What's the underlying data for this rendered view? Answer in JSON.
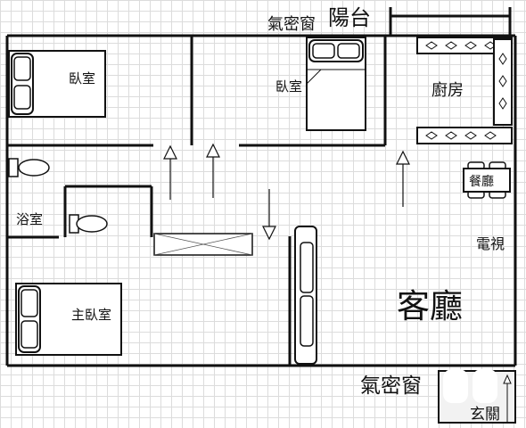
{
  "labels": {
    "air_window_top": "氣密窗",
    "balcony": "陽台",
    "bedroom_1": "臥室",
    "bedroom_2": "臥室",
    "kitchen": "廚房",
    "dining": "餐廳",
    "bathroom": "浴室",
    "tv": "電視",
    "master_bedroom": "主臥室",
    "living_room": "客廳",
    "air_window_bottom": "氣密窗",
    "entrance": "玄關"
  }
}
